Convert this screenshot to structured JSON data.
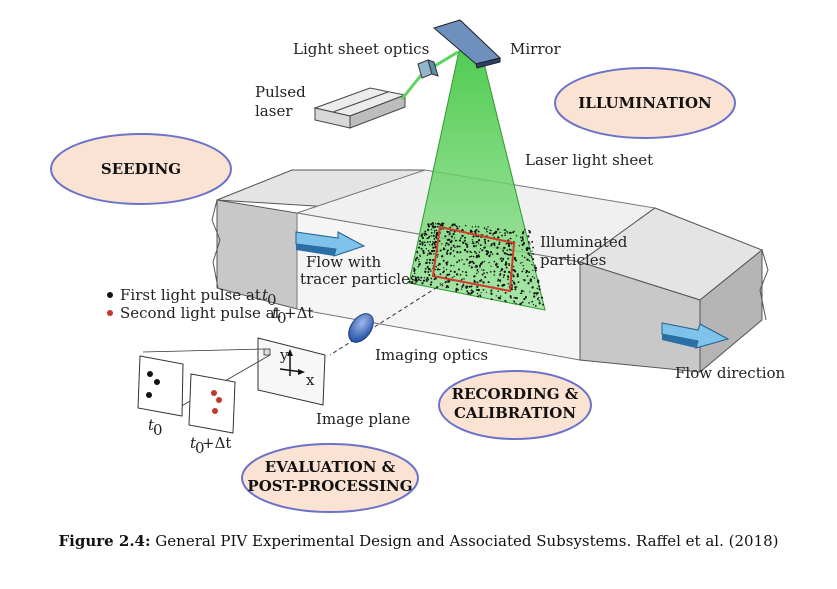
{
  "labels": {
    "light_sheet_optics": "Light sheet optics",
    "mirror": "Mirror",
    "pulsed": "Pulsed",
    "laser": "laser",
    "laser_light_sheet": "Laser light sheet",
    "illuminated": "Illuminated",
    "particles": "particles",
    "flow_with": "Flow with",
    "tracer_particles": "tracer particles",
    "first_pulse": "First light pulse at",
    "second_pulse": "Second light pulse at",
    "t0_t": "t",
    "t0_sub": "0",
    "t0_plus": "+Δt",
    "imaging_optics": "Imaging optics",
    "image_plane": "Image plane",
    "flow_direction": "Flow direction",
    "axis_x": "x",
    "axis_y": "y"
  },
  "ellipses": {
    "illumination": "ILLUMINATION",
    "seeding": "SEEDING",
    "recording_1": "RECORDING &",
    "recording_2": "CALIBRATION",
    "evaluation_1": "EVALUATION &",
    "evaluation_2": "POST-PROCESSING"
  },
  "caption": {
    "label": "Figure 2.4:",
    "text": " General PIV Experimental Design and Associated Subsystems. Raffel et al. (2018)"
  },
  "colors": {
    "ellipse_fill": "#fbe3d4",
    "ellipse_stroke": "#6b73c9",
    "sheet_green": "#5cd35c",
    "arrow_blue": "#7fc3ea",
    "roi_red": "#d23a2a",
    "second_pulse_dot": "#c0392b"
  }
}
